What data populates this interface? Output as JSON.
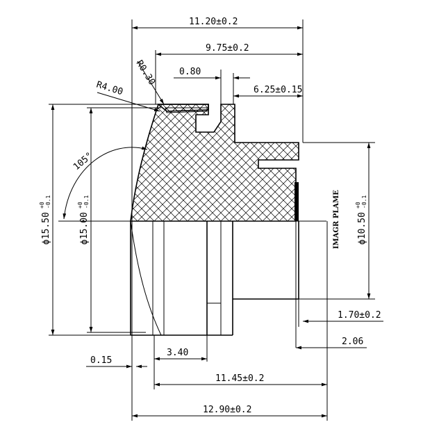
{
  "dimensions": {
    "overall_top": "11.20±0.2",
    "upper": "9.75±0.2",
    "step": "0.80",
    "rear": "6.25±0.15",
    "radius_small": "R0.30",
    "radius_large": "R4.00",
    "angle": "105°",
    "dia_outer": "ϕ15.50",
    "dia_outer_tol_upper": "+0",
    "dia_outer_tol_lower": "-0.1",
    "dia_inner": "ϕ15.00",
    "dia_inner_tol_upper": "+0",
    "dia_inner_tol_lower": "-0.1",
    "dia_rear": "ϕ10.50",
    "dia_rear_tol_upper": "+0",
    "dia_rear_tol_lower": "-0.1",
    "flange": "1.70±0.2",
    "back_focus": "2.06",
    "gap": "0.15",
    "bore": "3.40",
    "mid_total": "11.45±0.2",
    "total": "12.90±0.2"
  },
  "labels": {
    "image_plane": "IMAGR PLAME"
  }
}
